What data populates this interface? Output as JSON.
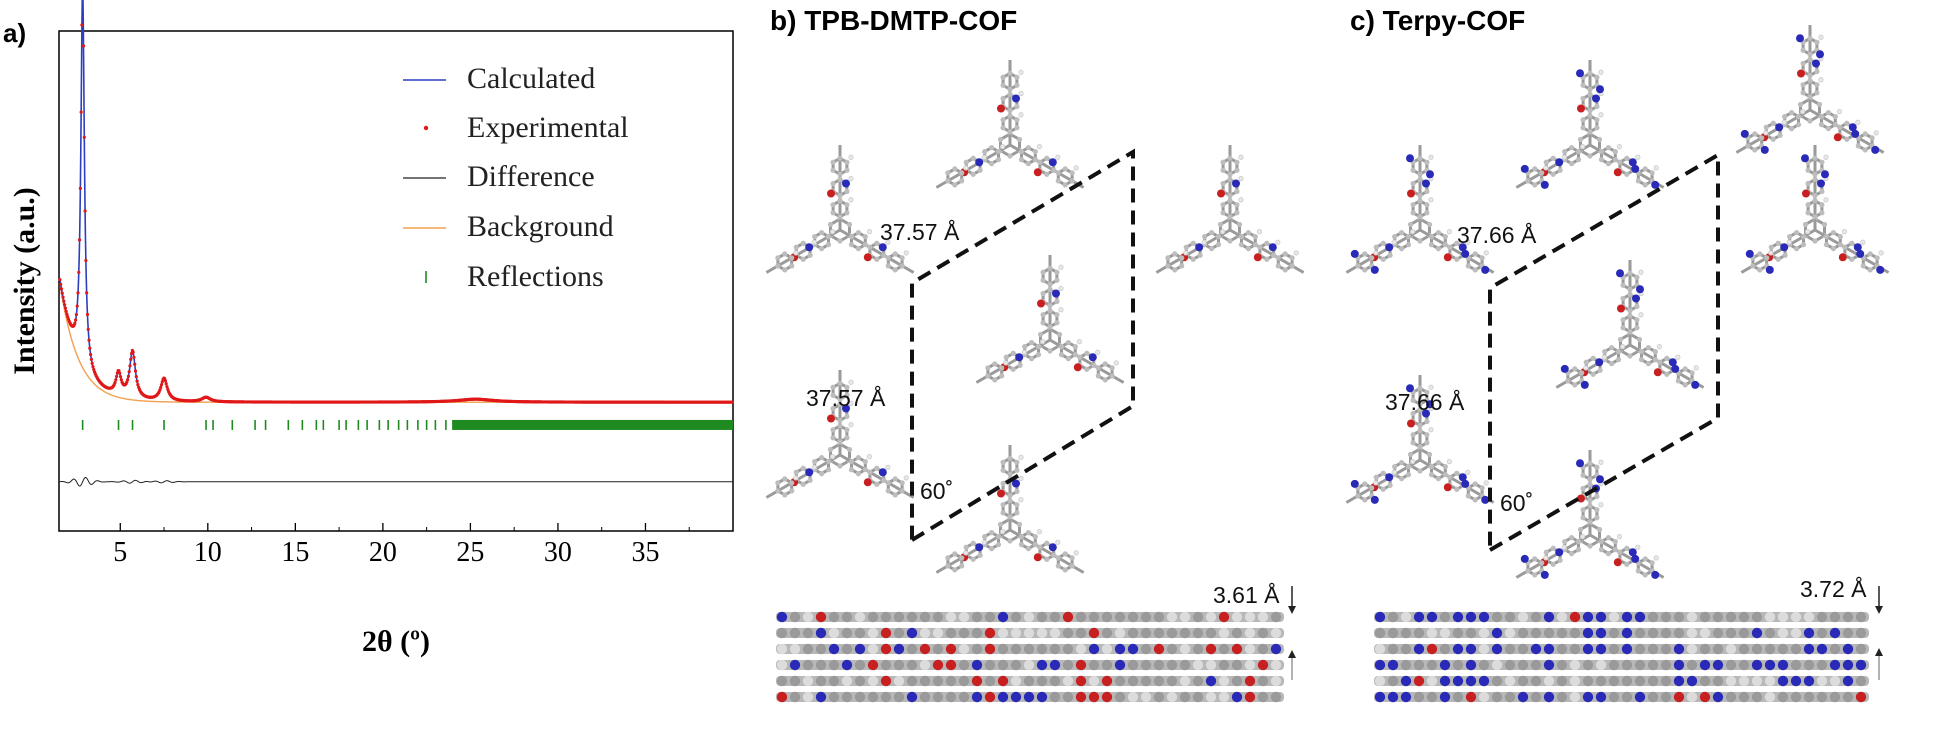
{
  "panels": {
    "a": {
      "letter": "a)"
    },
    "b": {
      "label": "b) TPB-DMTP-COF",
      "dim_a": "37.57 Å",
      "dim_b": "37.57 Å",
      "angle": "60˚",
      "stack": "3.61 Å"
    },
    "c": {
      "label": "c) Terpy-COF",
      "dim_a": "37.66 Å",
      "dim_b": "37.66 Å",
      "angle": "60˚",
      "stack": "3.72 Å"
    }
  },
  "colors": {
    "calc": "#2b3fbf",
    "exp": "#e01818",
    "diff": "#222222",
    "bg": "#f0a050",
    "refl": "#1f8a1f",
    "carbon": "#9a9a9a",
    "nitrogen": "#2a2ab8",
    "oxygen": "#c82020",
    "hydrogen": "#e8e8e8"
  },
  "chart_data": {
    "type": "line",
    "xlabel": "2θ (º)",
    "ylabel": "Intensity (a.u.)",
    "xlim": [
      1.5,
      40
    ],
    "ylim": [
      -0.22,
      1.1
    ],
    "x_ticks": [
      5,
      10,
      15,
      20,
      25,
      30,
      35
    ],
    "y_ticks_visible": false,
    "grid": false,
    "legend": "top-right",
    "legend_entries": [
      "Calculated",
      "Experimental",
      "Difference",
      "Background",
      "Reflections"
    ],
    "peaks": [
      {
        "center": 2.85,
        "height": 1.0,
        "width": 0.12
      },
      {
        "center": 4.9,
        "height": 0.06,
        "width": 0.18
      },
      {
        "center": 5.7,
        "height": 0.125,
        "width": 0.2
      },
      {
        "center": 7.5,
        "height": 0.06,
        "width": 0.22
      },
      {
        "center": 9.9,
        "height": 0.012,
        "width": 0.3
      },
      {
        "center": 25.3,
        "height": 0.008,
        "width": 1.2
      }
    ],
    "background": {
      "baseline": 0.12,
      "amplitude": 0.3,
      "decay": 1.05,
      "start": 1.6
    },
    "reflections": [
      2.85,
      4.9,
      5.7,
      7.5,
      9.9,
      10.3,
      11.4,
      12.7,
      13.3,
      14.6,
      15.4,
      16.2,
      16.6,
      17.5,
      17.9,
      18.6,
      19.1,
      19.8,
      20.3,
      20.9,
      21.4,
      22.0,
      22.5,
      23.0,
      23.6,
      24.0,
      24.5,
      25.0,
      25.4,
      26.0,
      26.5,
      27.0,
      27.5,
      28.0,
      28.5,
      29.0,
      29.5,
      30.0,
      30.5,
      31.0,
      31.5,
      32.0,
      32.5,
      33.0,
      33.5,
      34.0,
      34.5,
      35.0,
      35.5,
      36.0,
      36.5,
      37.0,
      37.5,
      38.0,
      38.5,
      39.0,
      39.5
    ],
    "reflection_level": 0.06,
    "difference_level": -0.09,
    "difference_wiggles": [
      {
        "center": 2.85,
        "amplitude": 0.012
      },
      {
        "center": 5.7,
        "amplitude": 0.004
      },
      {
        "center": 7.5,
        "amplitude": 0.003
      }
    ]
  }
}
